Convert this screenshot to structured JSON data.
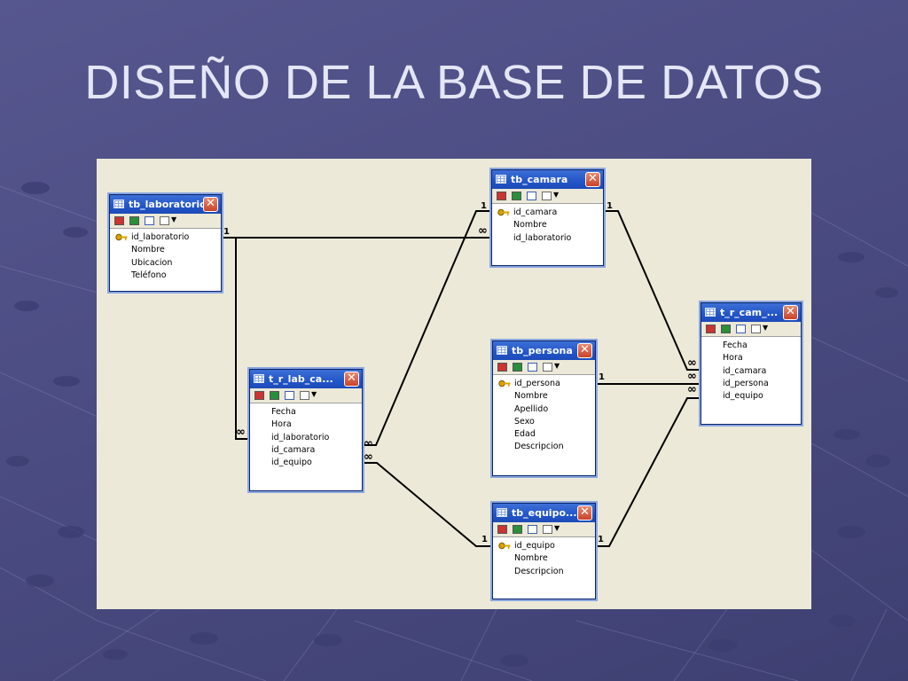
{
  "slide": {
    "title": "DISEÑO DE LA BASE DE DATOS"
  },
  "tables": {
    "tb_laboratorio": {
      "title": "tb_laboratorio",
      "fields": [
        "id_laboratorio",
        "Nombre",
        "Ubicacion",
        "Teléfono"
      ],
      "key": "id_laboratorio"
    },
    "tb_camara": {
      "title": "tb_camara",
      "fields": [
        "id_camara",
        "Nombre",
        "id_laboratorio"
      ],
      "key": "id_camara"
    },
    "t_r_lab_ca": {
      "title": "t_r_lab_ca...",
      "fields": [
        "Fecha",
        "Hora",
        "id_laboratorio",
        "id_camara",
        "id_equipo"
      ]
    },
    "tb_persona": {
      "title": "tb_persona",
      "fields": [
        "id_persona",
        "Nombre",
        "Apellido",
        "Sexo",
        "Edad",
        "Descripcion"
      ],
      "key": "id_persona"
    },
    "tb_equipo": {
      "title": "tb_equipo...",
      "fields": [
        "id_equipo",
        "Nombre",
        "Descripcion"
      ],
      "key": "id_equipo"
    },
    "t_r_cam": {
      "title": "t_r_cam_...",
      "fields": [
        "Fecha",
        "Hora",
        "id_camara",
        "id_persona",
        "id_equipo"
      ]
    }
  },
  "cardinality": {
    "one": "1",
    "many": "∞"
  },
  "icons": {
    "close": "close-icon",
    "table": "table-icon",
    "key": "key-icon"
  },
  "colors": {
    "title_bar": "#2255c8",
    "canvas": "#ece9d8",
    "background": "#4b4c82",
    "title_text": "#e4e6f6"
  }
}
